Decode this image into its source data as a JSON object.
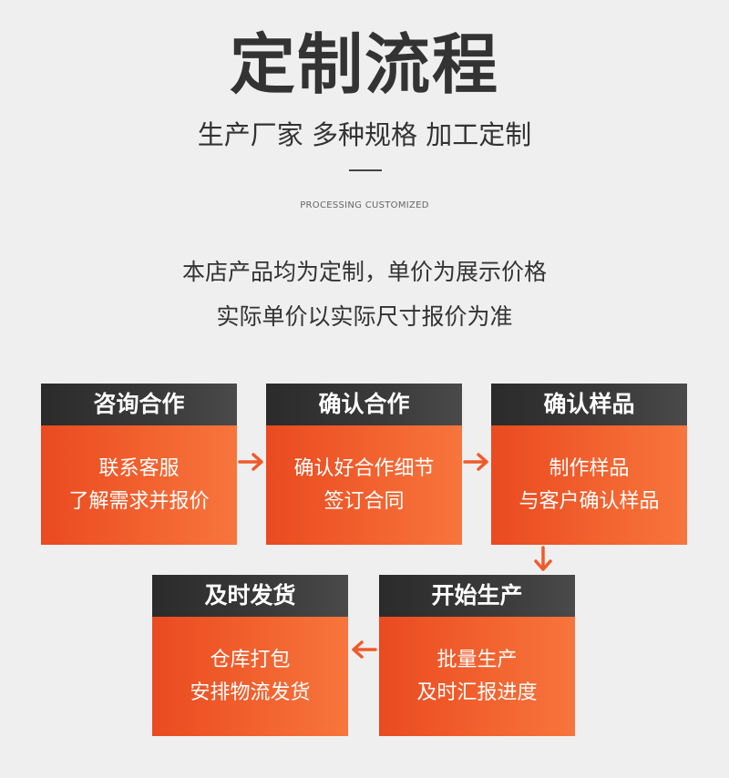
{
  "header": {
    "title": "定制流程",
    "subtitle": "生产厂家 多种规格 加工定制",
    "english": "PROCESSING CUSTOMIZED"
  },
  "description": {
    "line1": "本店产品均为定制，单价为展示价格",
    "line2": "实际单价以实际尺寸报价为准"
  },
  "steps": [
    {
      "title": "咨询合作",
      "line1": "联系客服",
      "line2": "了解需求并报价"
    },
    {
      "title": "确认合作",
      "line1": "确认好合作细节",
      "line2": "签订合同"
    },
    {
      "title": "确认样品",
      "line1": "制作样品",
      "line2": "与客户确认样品"
    },
    {
      "title": "开始生产",
      "line1": "批量生产",
      "line2": "及时汇报进度"
    },
    {
      "title": "及时发货",
      "line1": "仓库打包",
      "line2": "安排物流发货"
    }
  ],
  "colors": {
    "accent": "#f05a2a",
    "dark": "#333333",
    "background": "#efefef"
  },
  "icons": [
    "arrow-right-icon",
    "arrow-down-icon",
    "arrow-left-icon"
  ]
}
